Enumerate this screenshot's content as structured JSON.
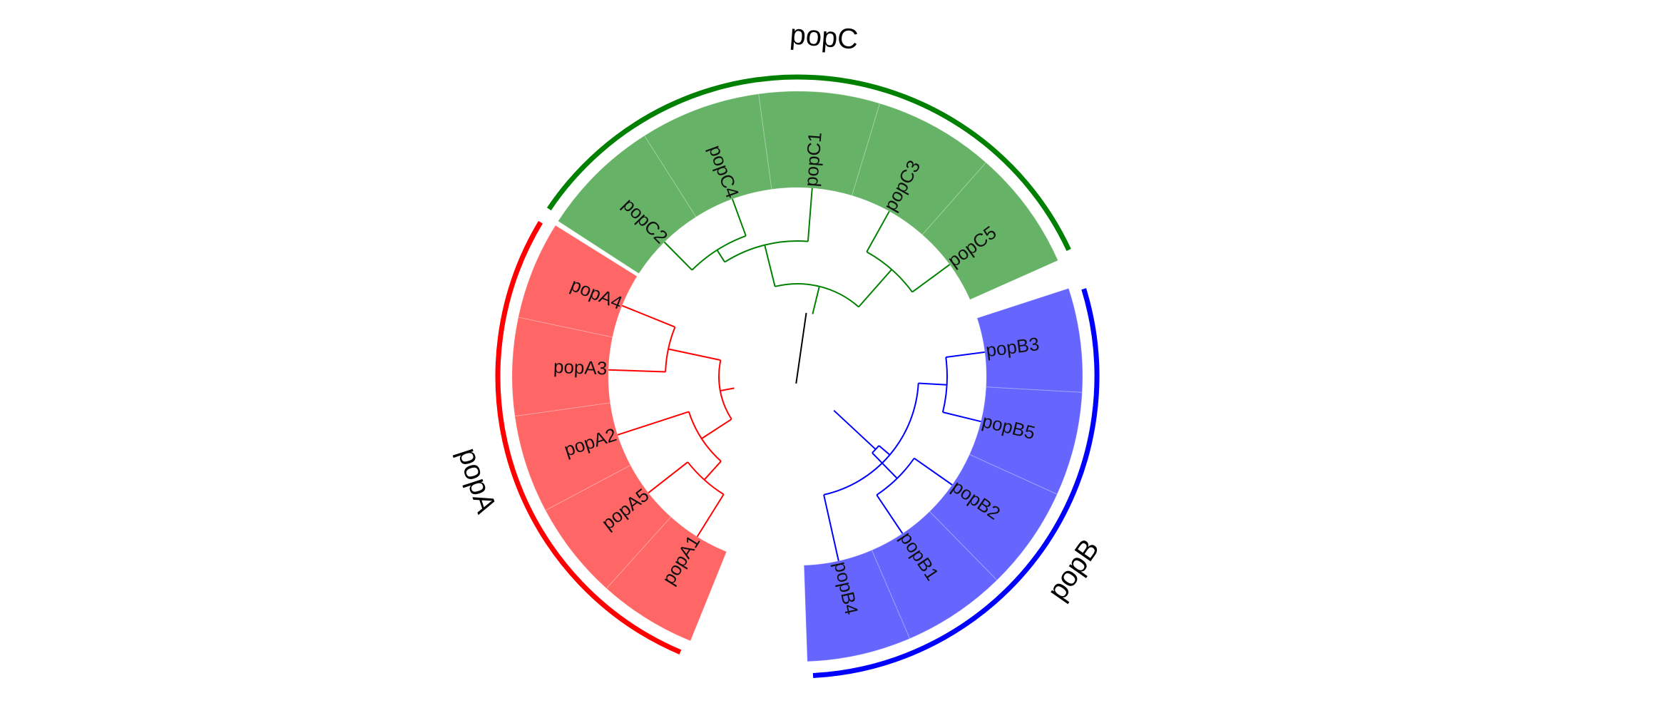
{
  "tree": {
    "groups": [
      {
        "name": "popA",
        "color": "#ff0000",
        "fill": "#ff6666",
        "leaves": [
          "popA1",
          "popA5",
          "popA2",
          "popA3",
          "popA4"
        ]
      },
      {
        "name": "popC",
        "color": "#008000",
        "fill": "#66b266",
        "leaves": [
          "popC2",
          "popC4",
          "popC1",
          "popC3",
          "popC5"
        ]
      },
      {
        "name": "popB",
        "color": "#0000ff",
        "fill": "#6666ff",
        "leaves": [
          "popB3",
          "popB5",
          "popB2",
          "popB1",
          "popB4"
        ]
      }
    ],
    "root_branch_color": "#000000",
    "layout": "circular"
  }
}
